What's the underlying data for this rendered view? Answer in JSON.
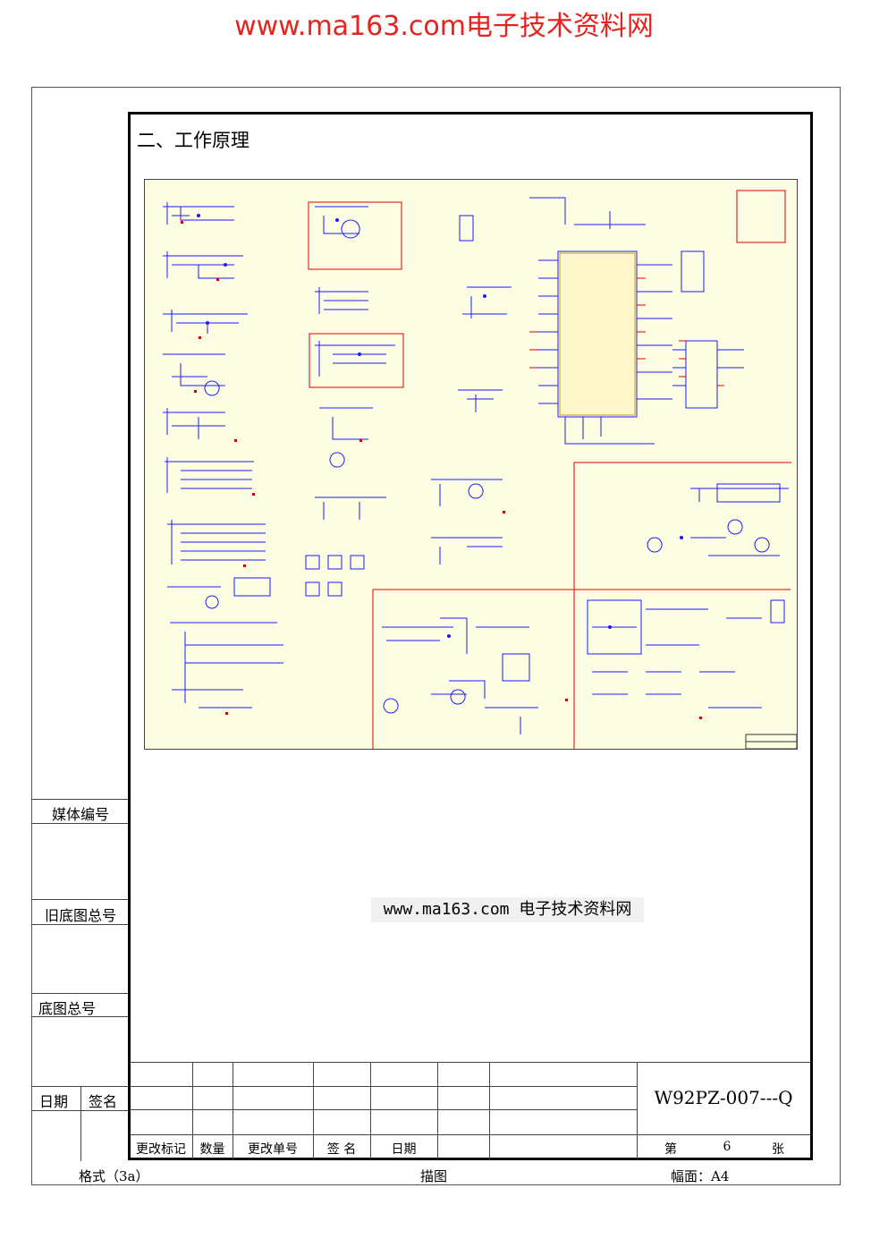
{
  "watermark_top": "www.ma163.com电子技术资料网",
  "section_title": "二、工作原理",
  "side_labels": {
    "media_no": "媒体编号",
    "old_drawing_no": "旧底图总号",
    "drawing_no": "底图总号",
    "date": "日期",
    "signature": "签名"
  },
  "watermark_center": "www.ma163.com 电子技术资料网",
  "title_block": {
    "doc_number": "W92PZ-007---Q",
    "change_mark": "更改标记",
    "quantity": "数量",
    "change_order": "更改单号",
    "sign": "签 名",
    "date": "日期",
    "sheet_prefix": "第",
    "sheet_number": "6",
    "sheet_suffix": "张"
  },
  "footer": {
    "format": "格式（3a）",
    "trace": "描图",
    "paper_size": "幅面：A4"
  },
  "colors": {
    "watermark": "#e5231f",
    "schematic_bg": "#fdfde3",
    "wire_blue": "#1a1aff",
    "wire_red": "#e00000"
  }
}
